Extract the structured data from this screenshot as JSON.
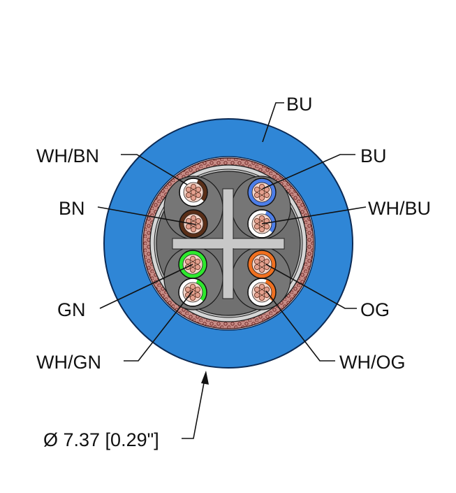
{
  "title": "Ethernet cable cross-section",
  "labels": {
    "jacket": "BU",
    "wh_bn": "WH/BN",
    "bn": "BN",
    "gn": "GN",
    "wh_gn": "WH/GN",
    "bu": "BU",
    "wh_bu": "WH/BU",
    "og": "OG",
    "wh_og": "WH/OG",
    "diameter": "Ø 7.37 [0.29\"]"
  },
  "colors": {
    "jacket": "#2f86d6",
    "jacket_edge": "#0b2a55",
    "shield_braid": "#c9908a",
    "shield_foil": "#cfcfcf",
    "filler": "#707070",
    "separator": "#c8c8c8",
    "brown": "#5a2f18",
    "blue": "#4d7ee8",
    "green": "#2ee82e",
    "orange": "#f07020",
    "white": "#ffffff",
    "copper": "#e3a08e"
  }
}
